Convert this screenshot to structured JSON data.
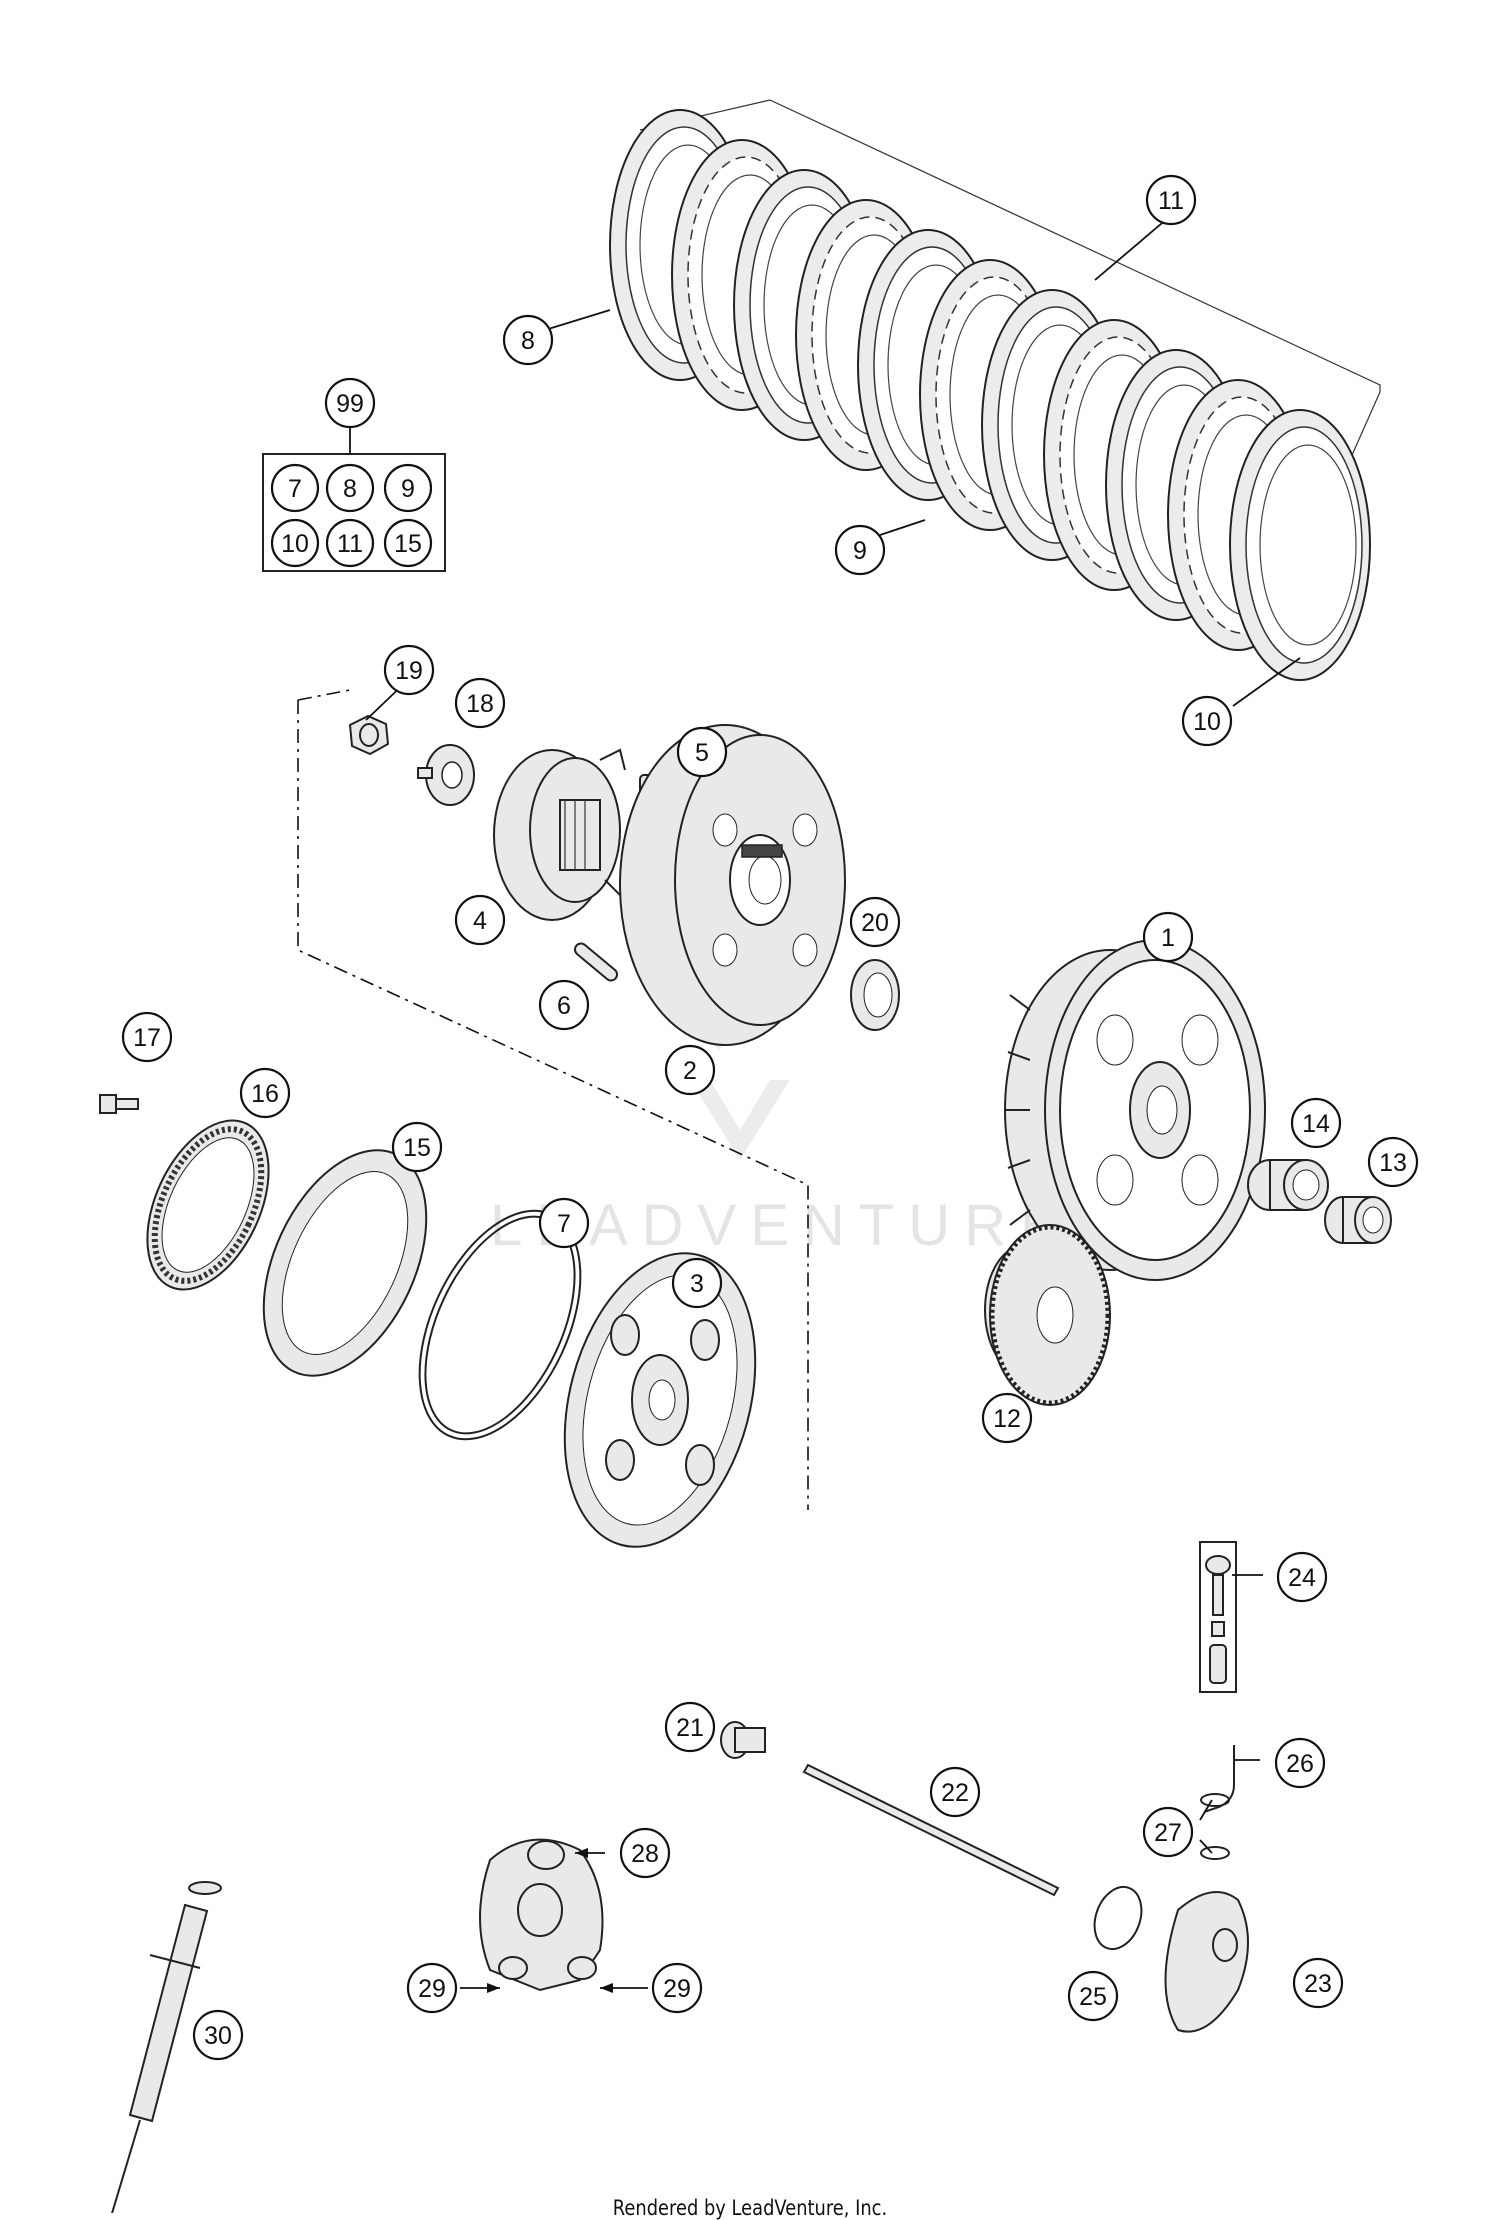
{
  "diagram": {
    "callouts": [
      {
        "id": "c1",
        "label": "1"
      },
      {
        "id": "c2",
        "label": "2"
      },
      {
        "id": "c3",
        "label": "3"
      },
      {
        "id": "c4",
        "label": "4"
      },
      {
        "id": "c5",
        "label": "5"
      },
      {
        "id": "c6",
        "label": "6"
      },
      {
        "id": "c7",
        "label": "7"
      },
      {
        "id": "c8",
        "label": "8"
      },
      {
        "id": "c9",
        "label": "9"
      },
      {
        "id": "c10",
        "label": "10"
      },
      {
        "id": "c11",
        "label": "11"
      },
      {
        "id": "c12",
        "label": "12"
      },
      {
        "id": "c13",
        "label": "13"
      },
      {
        "id": "c14",
        "label": "14"
      },
      {
        "id": "c15",
        "label": "15"
      },
      {
        "id": "c16",
        "label": "16"
      },
      {
        "id": "c17",
        "label": "17"
      },
      {
        "id": "c18",
        "label": "18"
      },
      {
        "id": "c19",
        "label": "19"
      },
      {
        "id": "c20",
        "label": "20"
      },
      {
        "id": "c21",
        "label": "21"
      },
      {
        "id": "c22",
        "label": "22"
      },
      {
        "id": "c23",
        "label": "23"
      },
      {
        "id": "c24",
        "label": "24"
      },
      {
        "id": "c25",
        "label": "25"
      },
      {
        "id": "c26",
        "label": "26"
      },
      {
        "id": "c27",
        "label": "27"
      },
      {
        "id": "c28",
        "label": "28"
      },
      {
        "id": "c29a",
        "label": "29"
      },
      {
        "id": "c29b",
        "label": "29"
      },
      {
        "id": "c30",
        "label": "30"
      }
    ],
    "kit": {
      "label": "99",
      "items": [
        "7",
        "8",
        "9",
        "10",
        "11",
        "15"
      ]
    },
    "watermark": "LEADVENTURE"
  },
  "footer": {
    "credit": "Rendered by LeadVenture, Inc."
  }
}
